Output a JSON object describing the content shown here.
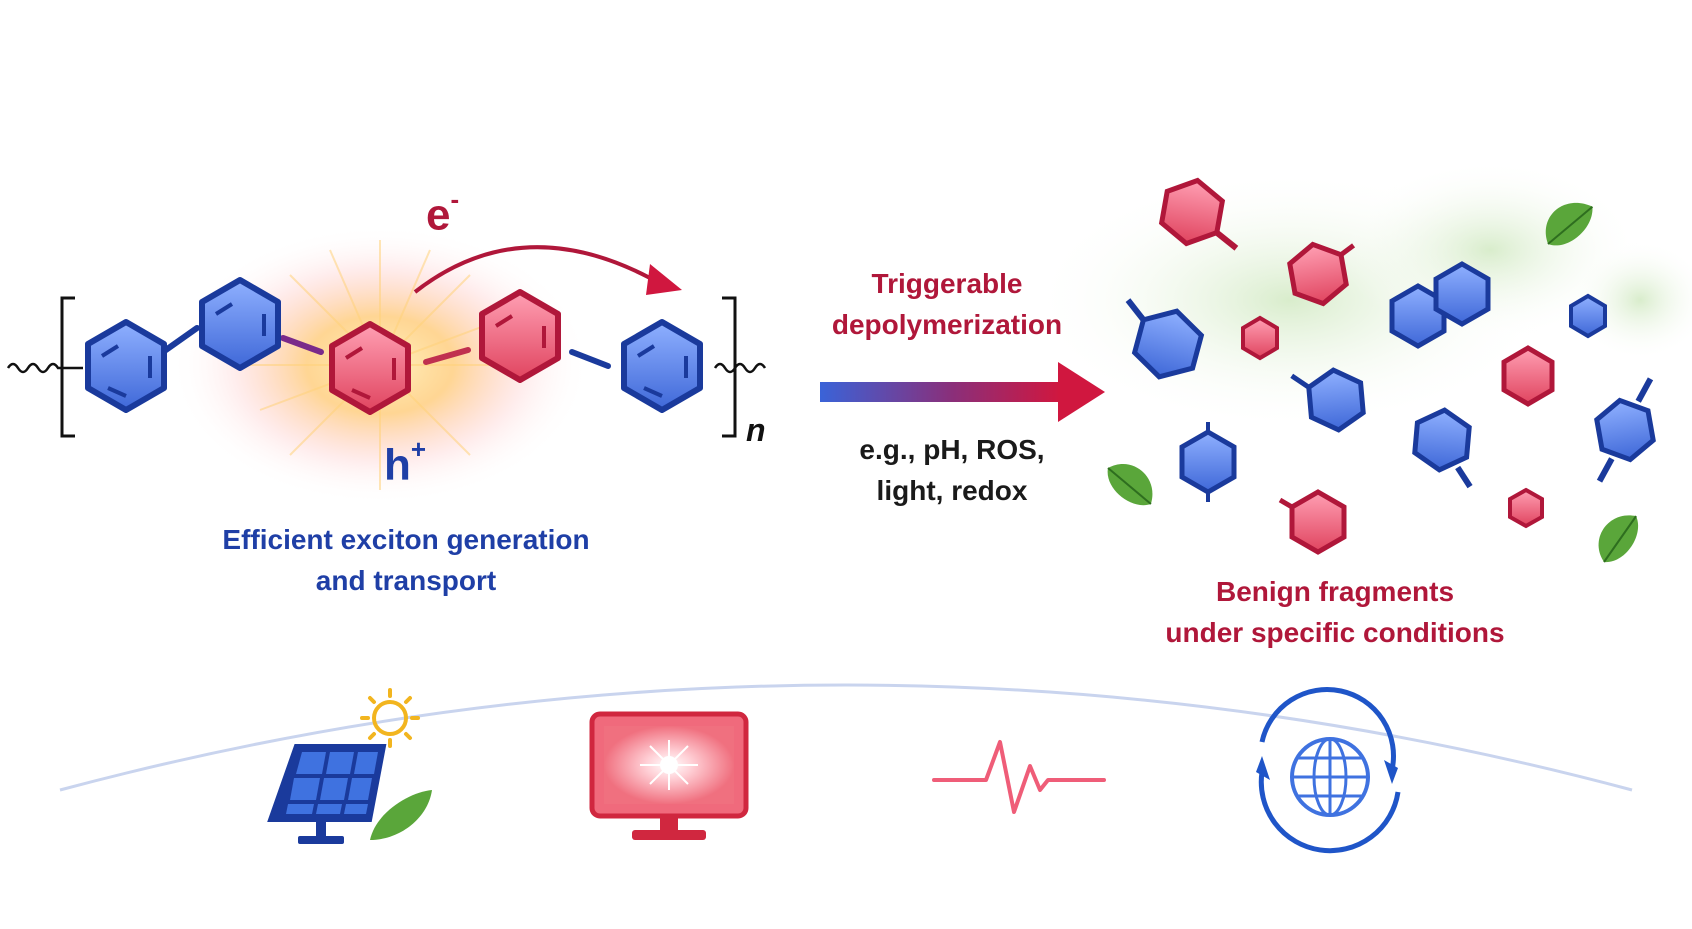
{
  "polymer": {
    "electron_label": "e",
    "electron_sign": "-",
    "hole_label": "h",
    "hole_sign": "+",
    "repeat_subscript": "n",
    "caption_line1": "Efficient exciton generation",
    "caption_line2": "and transport"
  },
  "trigger": {
    "title_line1": "Triggerable",
    "title_line2": "depolymerization",
    "conditions_line1": "e.g., pH, ROS,",
    "conditions_line2": "light, redox"
  },
  "fragments": {
    "caption_line1": "Benign fragments",
    "caption_line2": "under specific conditions"
  },
  "applications": [
    {
      "icon": "solar-panel-icon"
    },
    {
      "icon": "monitor-display-icon"
    },
    {
      "icon": "heartbeat-pulse-icon"
    },
    {
      "icon": "globe-recycle-icon"
    }
  ],
  "colors": {
    "blue": "#2f5fd0",
    "blue_dark": "#1a3a9c",
    "red": "#e24a68",
    "red_dark": "#b0173a",
    "leaf": "#5aa63a"
  }
}
